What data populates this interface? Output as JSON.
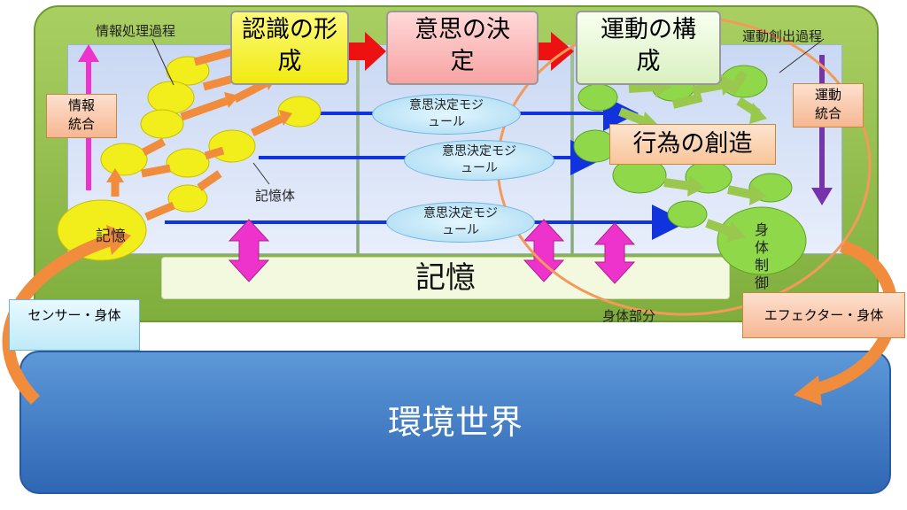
{
  "labels": {
    "info_process": "情報処理過程",
    "motor_process": "運動創出過程",
    "info_integration": "情報統合",
    "motor_integration": "運動統合",
    "recognition": "認識の形成",
    "decision": "意思の決定",
    "motor_composition": "運動の構成",
    "module1": "意思決定モジュール",
    "module2": "意思決定モジュール",
    "module3": "意思決定モジュール",
    "action_creation": "行為の創造",
    "memory_body": "記憶体",
    "memory_node": "記憶",
    "memory_bar": "記憶",
    "body_control": "身体制御",
    "body_part": "身体部分",
    "sensor_body": "センサー・身体",
    "effector_body": "エフェクター・身体",
    "environment": "環境世界"
  },
  "colors": {
    "frame": "#8fbc4a",
    "panel": "#dbe5f7",
    "yellow_node": "#f2ee1c",
    "green_node": "#8fd84a",
    "orange_arrow": "#f08c3c",
    "red_arrow": "#ee1111",
    "blue_arrow": "#1133dd",
    "magenta": "#ee33cc",
    "purple": "#7733aa",
    "highlight_circle": "#f39a5b",
    "world": "#3d7cc9"
  }
}
